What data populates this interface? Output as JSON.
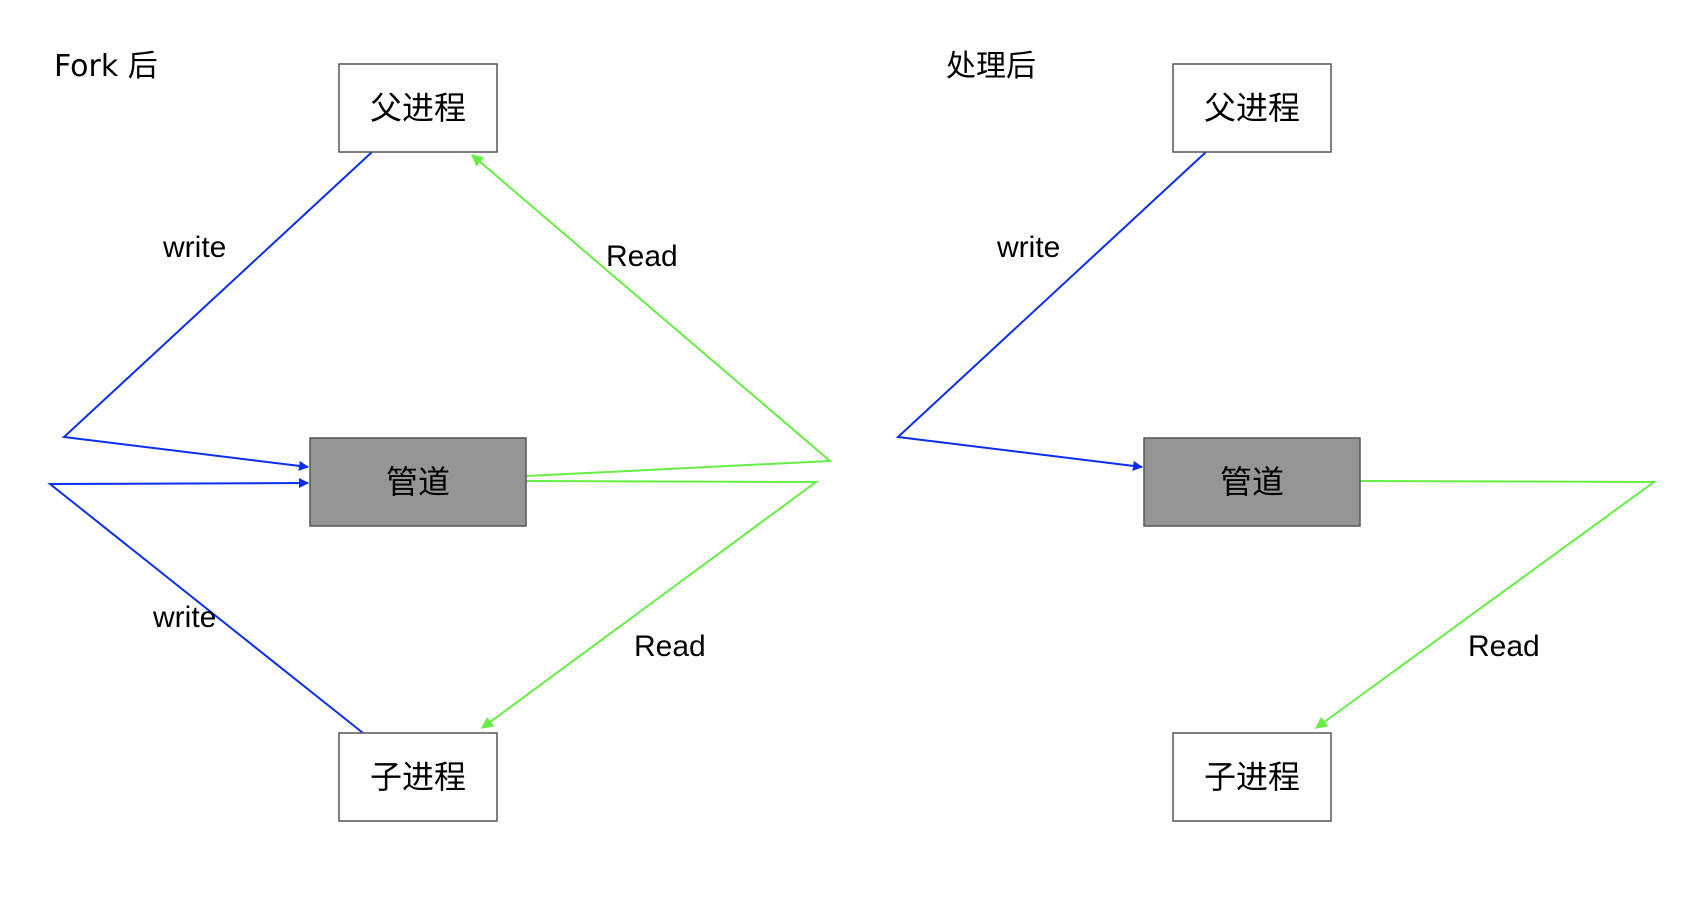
{
  "colors": {
    "write_line": "#0a2ff0",
    "read_line": "#66ee44",
    "process_fill": "#ffffff",
    "pipe_fill": "#959595",
    "box_stroke": "#555555"
  },
  "left": {
    "title": "Fork 后",
    "parent_label": "父进程",
    "pipe_label": "管道",
    "child_label": "子进程",
    "parent_write_label": "write",
    "parent_read_label": "Read",
    "child_write_label": "write",
    "child_read_label": "Read"
  },
  "right": {
    "title": "处理后",
    "parent_label": "父进程",
    "pipe_label": "管道",
    "child_label": "子进程",
    "parent_write_label": "write",
    "child_read_label": "Read"
  }
}
